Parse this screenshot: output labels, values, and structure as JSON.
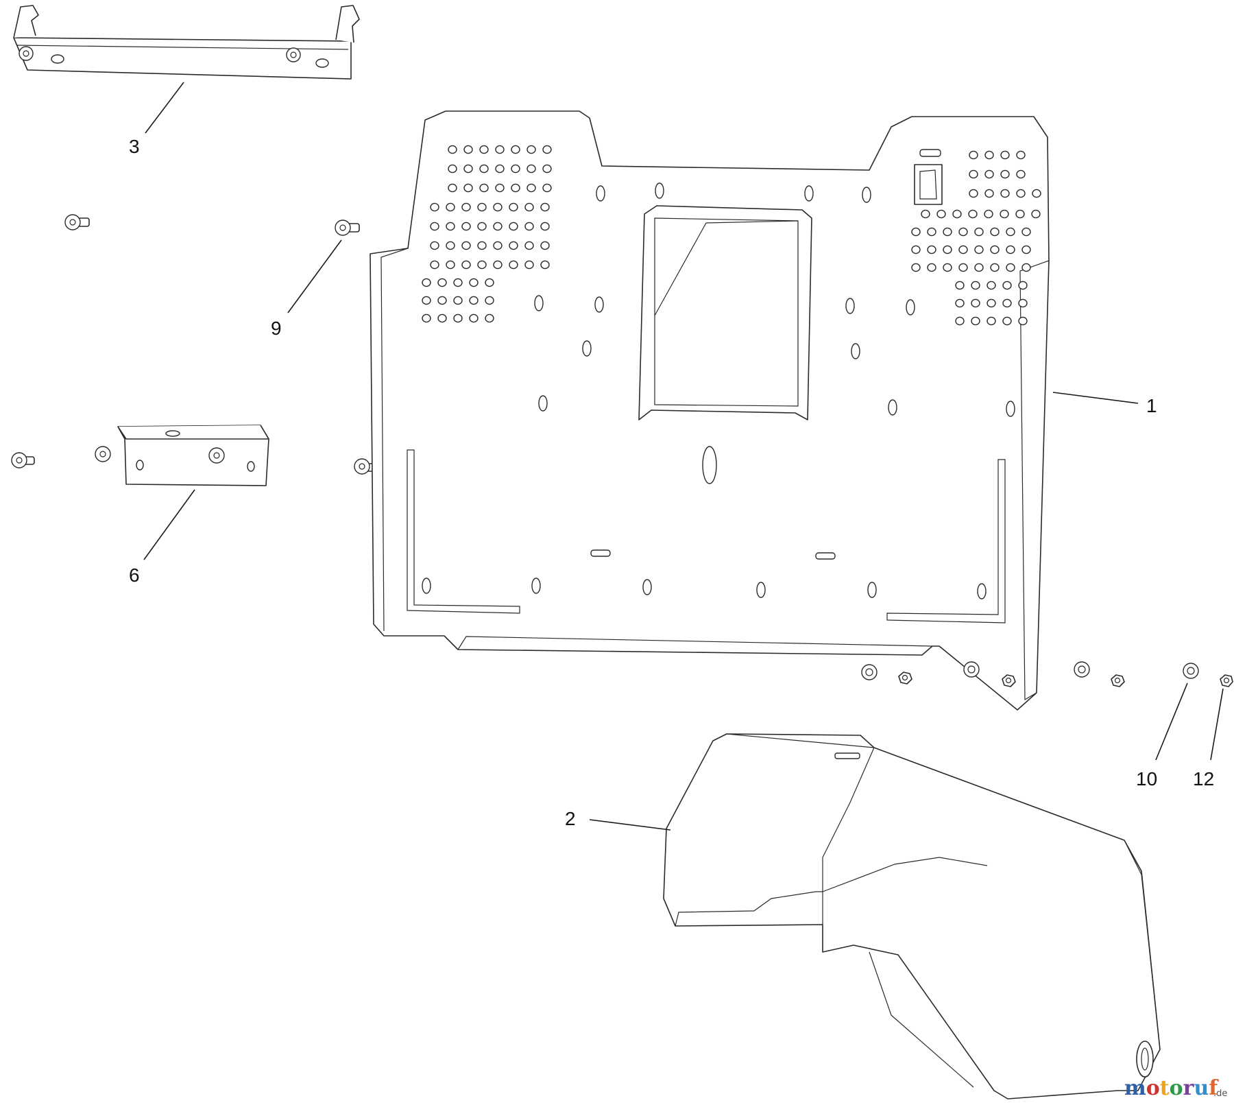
{
  "diagram": {
    "callouts": [
      {
        "id": "1",
        "label": "1"
      },
      {
        "id": "2",
        "label": "2"
      },
      {
        "id": "3",
        "label": "3"
      },
      {
        "id": "6",
        "label": "6"
      },
      {
        "id": "9",
        "label": "9"
      },
      {
        "id": "10",
        "label": "10"
      },
      {
        "id": "12",
        "label": "12"
      }
    ]
  },
  "watermark": {
    "letters": [
      "m",
      "o",
      "t",
      "o",
      "r",
      "u",
      "f"
    ],
    "colors": [
      "#2f5fa8",
      "#d0342c",
      "#f0a21b",
      "#2e9a48",
      "#7a3e9d",
      "#2f8fcf",
      "#e2662b"
    ],
    "suffix": ".de"
  }
}
